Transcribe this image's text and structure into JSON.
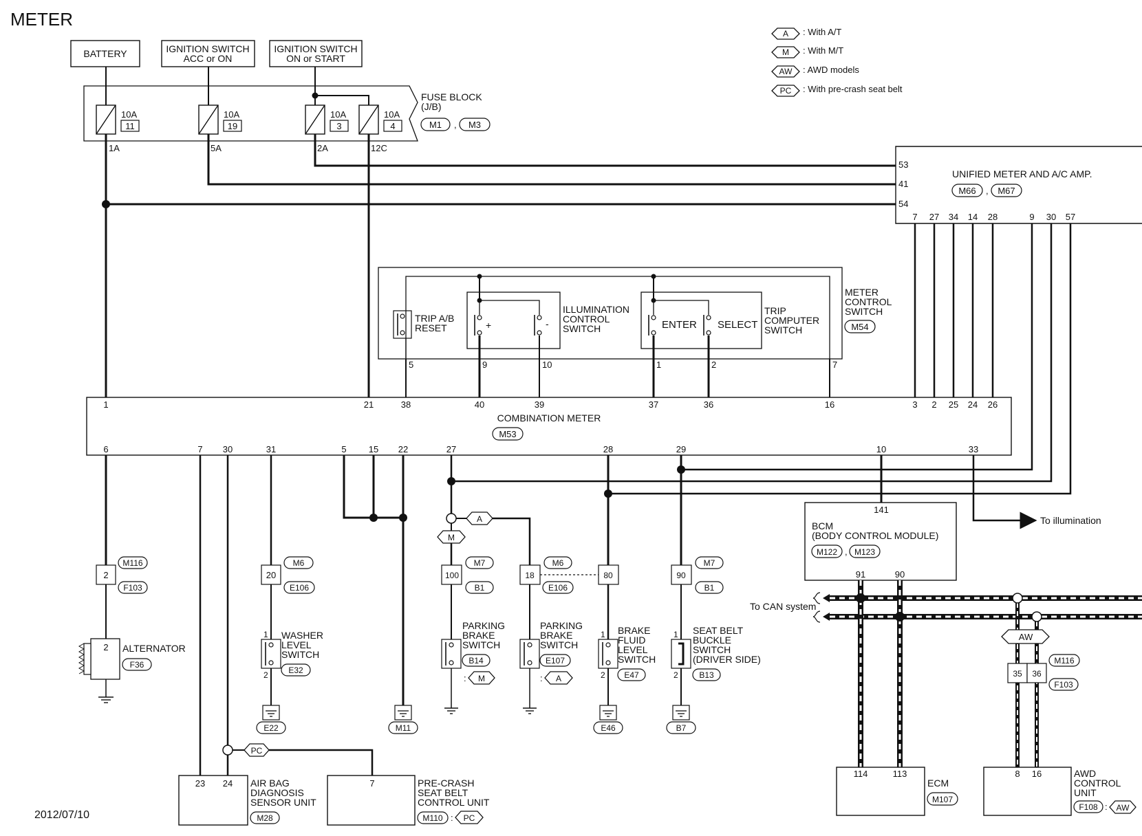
{
  "title": "METER",
  "date": "2012/07/10",
  "legend": [
    {
      "code": "A",
      "text": ": With A/T"
    },
    {
      "code": "M",
      "text": ": With M/T"
    },
    {
      "code": "AW",
      "text": ": AWD models"
    },
    {
      "code": "PC",
      "text": ": With pre-crash seat belt"
    }
  ],
  "power": {
    "battery": "BATTERY",
    "ign_acc_1": "IGNITION SWITCH",
    "ign_acc_2": "ACC or ON",
    "ign_on_1": "IGNITION SWITCH",
    "ign_on_2": "ON or START"
  },
  "fuse_block": {
    "label_1": "FUSE BLOCK",
    "label_2": "(J/B)",
    "conn_1": "M1",
    "conn_2": "M3",
    "fuses": [
      {
        "amps": "10A",
        "num": "11",
        "term": "1A"
      },
      {
        "amps": "10A",
        "num": "19",
        "term": "5A"
      },
      {
        "amps": "10A",
        "num": "3",
        "term": "2A"
      },
      {
        "amps": "10A",
        "num": "4",
        "term": "12C"
      }
    ]
  },
  "amp": {
    "label": "UNIFIED METER AND A/C AMP.",
    "conn_1": "M66",
    "conn_2": "M67",
    "pins_left": [
      "53",
      "41",
      "54"
    ],
    "pins_bottom": [
      "7",
      "27",
      "34",
      "14",
      "28",
      "9",
      "30",
      "57"
    ]
  },
  "meter_switch": {
    "label_1": "METER",
    "label_2": "CONTROL",
    "label_3": "SWITCH",
    "conn": "M54",
    "trip_reset_1": "TRIP A/B",
    "trip_reset_2": "RESET",
    "plus": "+",
    "minus": "-",
    "illum_1": "ILLUMINATION",
    "illum_2": "CONTROL",
    "illum_3": "SWITCH",
    "enter": "ENTER",
    "select": "SELECT",
    "trip_comp_1": "TRIP",
    "trip_comp_2": "COMPUTER",
    "trip_comp_3": "SWITCH",
    "pins": [
      "5",
      "9",
      "10",
      "1",
      "2",
      "7"
    ]
  },
  "meter": {
    "label": "COMBINATION METER",
    "conn": "M53",
    "top_pins": [
      "1",
      "21",
      "38",
      "40",
      "39",
      "37",
      "36",
      "16",
      "3",
      "2",
      "25",
      "24",
      "26"
    ],
    "bottom_pins": [
      "6",
      "7",
      "30",
      "31",
      "5",
      "15",
      "22",
      "27",
      "28",
      "29",
      "10",
      "33"
    ]
  },
  "bcm": {
    "label_1": "BCM",
    "label_2": "(BODY CONTROL MODULE)",
    "conn_1": "M122",
    "conn_2": "M123",
    "pin_top": "141",
    "pin_l": "91",
    "pin_r": "90"
  },
  "to_illumination": "To illumination",
  "to_can": "To CAN system",
  "alternator": {
    "label": "ALTERNATOR",
    "conn": "F36",
    "pin": "2",
    "jc_pin": "2",
    "jc_1": "M116",
    "jc_2": "F103"
  },
  "washer": {
    "label_1": "WASHER",
    "label_2": "LEVEL",
    "label_3": "SWITCH",
    "conn": "E32",
    "jc_pin": "20",
    "jc_1": "M6",
    "jc_2": "E106",
    "p1": "1",
    "p2": "2",
    "gnd": "E22"
  },
  "gnd_m11": "M11",
  "pb_mt": {
    "label_1": "PARKING",
    "label_2": "BRAKE",
    "label_3": "SWITCH",
    "conn": "B14",
    "cond": "M",
    "jc_pin": "100",
    "jc_1": "M7",
    "jc_2": "B1"
  },
  "pb_at": {
    "label_1": "PARKING",
    "label_2": "BRAKE",
    "label_3": "SWITCH",
    "conn": "E107",
    "cond": "A",
    "jc_pin": "18",
    "jc_1": "M6",
    "jc_2": "E106"
  },
  "split_a": "A",
  "split_m": "M",
  "brake_fluid": {
    "label_1": "BRAKE",
    "label_2": "FLUID",
    "label_3": "LEVEL",
    "label_4": "SWITCH",
    "conn": "E47",
    "jc_pin": "80",
    "p1": "1",
    "p2": "2",
    "gnd": "E46"
  },
  "seat_belt": {
    "label_1": "SEAT BELT",
    "label_2": "BUCKLE",
    "label_3": "SWITCH",
    "label_4": "(DRIVER SIDE)",
    "conn": "B13",
    "jc_pin": "90",
    "jc_1": "M7",
    "jc_2": "B1",
    "p1": "1",
    "p2": "2",
    "gnd": "B7"
  },
  "airbag": {
    "label_1": "AIR BAG",
    "label_2": "DIAGNOSIS",
    "label_3": "SENSOR UNIT",
    "conn": "M28",
    "pin_1": "23",
    "pin_2": "24"
  },
  "pc_split": "PC",
  "precrash": {
    "label_1": "PRE-CRASH",
    "label_2": "SEAT BELT",
    "label_3": "CONTROL UNIT",
    "conn": "M110",
    "cond": "PC",
    "pin": "7"
  },
  "ecm": {
    "label": "ECM",
    "conn": "M107",
    "pin_1": "114",
    "pin_2": "113"
  },
  "awd": {
    "label_1": "AWD",
    "label_2": "CONTROL",
    "label_3": "UNIT",
    "conn": "F108",
    "cond": "AW",
    "pin_1": "8",
    "pin_2": "16",
    "jc_1": "M116",
    "jc_2": "F103",
    "jc_pin_1": "35",
    "jc_pin_2": "36",
    "split": "AW"
  }
}
